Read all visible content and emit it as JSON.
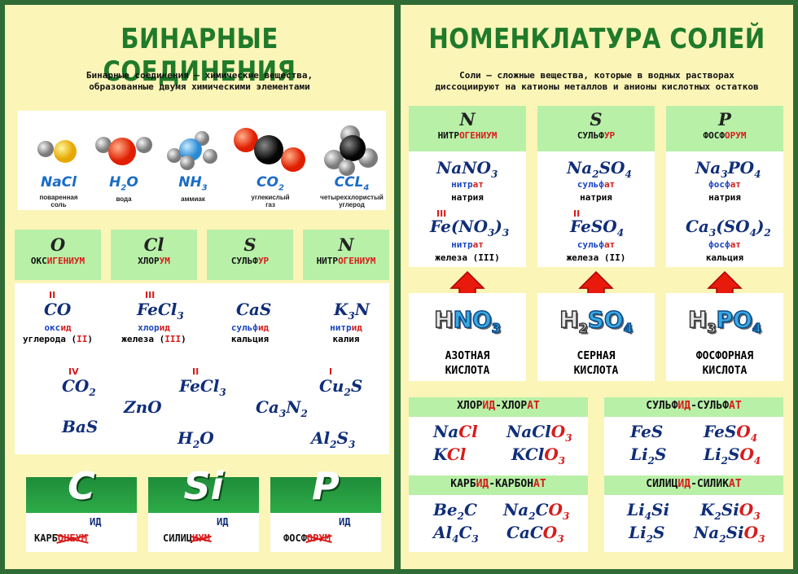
{
  "left": {
    "title": "БИНАРНЫЕ СОЕДИНЕНИЯ",
    "intro_line1": "Бинарные соединения — химические вещества,",
    "intro_line2": "образованные двумя химическими элементами",
    "molecules": [
      {
        "formula_main": "NaCl",
        "formula_sub": "",
        "label1": "поваренная",
        "label2": "соль"
      },
      {
        "formula_main": "H",
        "formula_sub": "2",
        "formula_tail": "O",
        "label1": "вода",
        "label2": ""
      },
      {
        "formula_main": "NH",
        "formula_sub": "3",
        "label1": "аммиак",
        "label2": ""
      },
      {
        "formula_main": "CO",
        "formula_sub": "2",
        "label1": "углекислый",
        "label2": "газ"
      },
      {
        "formula_main": "CCL",
        "formula_sub": "4",
        "label1": "четыреххлористый",
        "label2": "углерод"
      }
    ],
    "elements": [
      {
        "symbol": "O",
        "name_a": "ОКС",
        "name_b": "ИГЕНИУМ"
      },
      {
        "symbol": "Cl",
        "name_a": "ХЛОР",
        "name_b": "УМ"
      },
      {
        "symbol": "S",
        "name_a": "СУЛЬФ",
        "name_b": "УР"
      },
      {
        "symbol": "N",
        "name_a": "НИТР",
        "name_b": "ОГЕНИУМ"
      }
    ],
    "examples": [
      {
        "valence": "II",
        "f1": "C",
        "f2": "O",
        "n1": "окс",
        "n2": "ид",
        "desc": "углерода (",
        "dv": "II",
        "de": ")"
      },
      {
        "valence": "III",
        "f1": "Fe",
        "f2": "Cl",
        "sub": "3",
        "n1": "хлор",
        "n2": "ид",
        "desc": "железа (",
        "dv": "III",
        "de": ")"
      },
      {
        "valence": "",
        "f1": "Ca",
        "f2": "S",
        "n1": "сульф",
        "n2": "ид",
        "desc": "кальция",
        "dv": "",
        "de": ""
      },
      {
        "valence": "",
        "f1": "K",
        "sub1": "3",
        "f2": "N",
        "n1": "нитр",
        "n2": "ид",
        "desc": "калия",
        "dv": "",
        "de": ""
      }
    ],
    "extra": {
      "co2": {
        "v": "IV",
        "a": "CO",
        "s": "2"
      },
      "fecl3": {
        "v": "II",
        "a": "FeCl",
        "s": "3"
      },
      "cu2s": {
        "v": "I",
        "a": "Cu",
        "s": "2",
        "b": "S"
      },
      "zno": "ZnO",
      "ca3n2": {
        "a": "Ca",
        "s1": "3",
        "b": "N",
        "s2": "2"
      },
      "bas": "BaS",
      "h2o": {
        "a": "H",
        "s": "2",
        "b": "O"
      },
      "al2s3": {
        "a": "Al",
        "s1": "2",
        "b": "S",
        "s2": "3"
      }
    },
    "special": [
      {
        "symbol": "C",
        "id": "ИД",
        "base": "КАРБ",
        "struck": "ОНЕУМ"
      },
      {
        "symbol": "Si",
        "id": "ИД",
        "base": "СИЛИЦ",
        "struck": "ИУМ"
      },
      {
        "symbol": "P",
        "id": "ИД",
        "base": "ФОСФ",
        "struck": "ОРУМ"
      }
    ]
  },
  "right": {
    "title": "НОМЕНКЛАТУРА СОЛЕЙ",
    "intro_line1": "Соли — сложные вещества, которые в водных растворах",
    "intro_line2": "диссоциируют на катионы металлов и анионы кислотных остатков",
    "columns": [
      {
        "symbol": "N",
        "name_a": "НИТР",
        "name_b": "ОГЕНИУМ",
        "salt1": {
          "a": "NaNO",
          "s": "3",
          "n1": "нитр",
          "n2": "ат",
          "desc": "натрия"
        },
        "salt2": {
          "v": "III",
          "a": "Fe(NO",
          "s": "3",
          "b": ")",
          "s2": "3",
          "n1": "нитр",
          "n2": "ат",
          "desc": "железа (III)"
        },
        "acid": {
          "a": "H",
          "b": "NO",
          "s": "3"
        },
        "acid_name1": "АЗОТНАЯ",
        "acid_name2": "КИСЛОТА"
      },
      {
        "symbol": "S",
        "name_a": "СУЛЬФ",
        "name_b": "УР",
        "salt1": {
          "a": "Na",
          "s": "2",
          "b": "SO",
          "s2": "4",
          "n1": "сульф",
          "n2": "ат",
          "desc": "натрия"
        },
        "salt2": {
          "v": "II",
          "a": "FeSO",
          "s": "4",
          "n1": "сульф",
          "n2": "ат",
          "desc": "железа (II)"
        },
        "acid": {
          "a": "H",
          "as": "2",
          "b": "SO",
          "s": "4"
        },
        "acid_name1": "СЕРНАЯ",
        "acid_name2": "КИСЛОТА"
      },
      {
        "symbol": "P",
        "name_a": "ФОСФ",
        "name_b": "ОРУМ",
        "salt1": {
          "a": "Na",
          "s": "3",
          "b": "PO",
          "s2": "4",
          "n1": "фосф",
          "n2": "ат",
          "desc": "натрия"
        },
        "salt2": {
          "a": "Ca",
          "s": "3",
          "b": "(SO",
          "s2": "4",
          "c": ")",
          "s3": "2",
          "n1": "фосф",
          "n2": "ат",
          "desc": "кальция"
        },
        "acid": {
          "a": "H",
          "as": "3",
          "b": "PO",
          "s": "4"
        },
        "acid_name1": "ФОСФОРНАЯ",
        "acid_name2": "КИСЛОТА"
      }
    ],
    "pairs": [
      {
        "h1": "ХЛОР",
        "h2": "ИД",
        "h3": "-ХЛОР",
        "h4": "АТ"
      },
      {
        "h1": "СУЛЬФ",
        "h2": "ИД",
        "h3": "-СУЛЬФ",
        "h4": "АТ"
      },
      {
        "h1": "КАРБ",
        "h2": "ИД",
        "h3": "-КАРБОН",
        "h4": "АТ"
      },
      {
        "h1": "СИЛИЦ",
        "h2": "ИД",
        "h3": "-СИЛИК",
        "h4": "АТ"
      }
    ]
  }
}
